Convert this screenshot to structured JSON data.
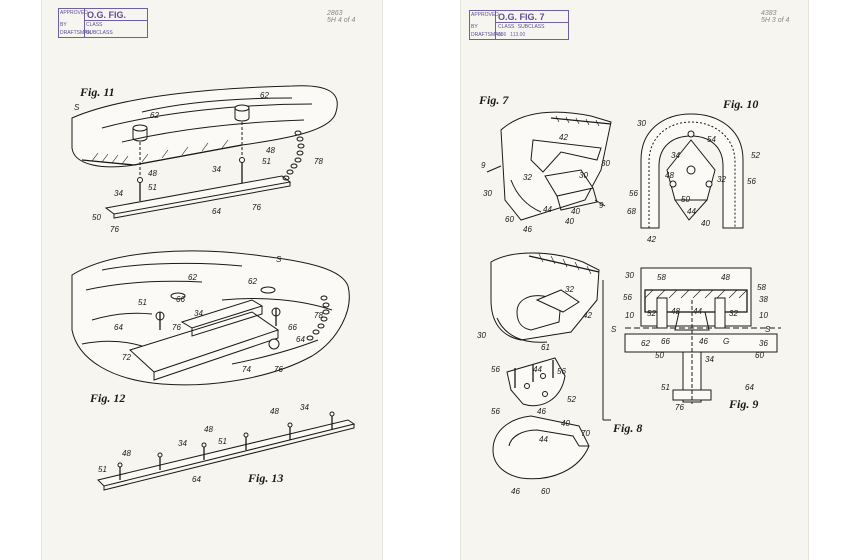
{
  "sheets": [
    {
      "stamp": {
        "row1": "APPROVED",
        "row2": "BY",
        "row3": "DRAFTSMAN",
        "title": "O.G. FIG.",
        "cls1": "CLASS",
        "cls2": "SUBCLASS"
      },
      "pencil": [
        "2863",
        "5H 4 of 4"
      ],
      "figures": [
        "Fig. 11",
        "Fig. 12",
        "Fig. 13"
      ],
      "refs": {
        "f11": [
          "S",
          "62",
          "62",
          "48",
          "51",
          "34",
          "50",
          "76",
          "64",
          "48",
          "34",
          "51",
          "78",
          "76"
        ],
        "f12": [
          "S",
          "62",
          "62",
          "51",
          "66",
          "34",
          "64",
          "76",
          "72",
          "78",
          "66",
          "64",
          "74",
          "76"
        ],
        "f13": [
          "48",
          "34",
          "48",
          "34",
          "51",
          "48",
          "51",
          "64"
        ]
      }
    },
    {
      "stamp": {
        "row1": "APPROVED",
        "row2": "BY",
        "row3": "DRAFTSMAN",
        "title": "O.G. FIG. 7",
        "cls1": "CLASS",
        "cls2": "SUBCLASS",
        "cls_val": "036",
        "sub_val": "113.00"
      },
      "pencil": [
        "4383",
        "5H 3 of 4"
      ],
      "figures": [
        "Fig. 7",
        "Fig. 10",
        "Fig. 8",
        "Fig. 9"
      ],
      "refs": {
        "f7": [
          "9",
          "30",
          "42",
          "30",
          "32",
          "30",
          "40",
          "9",
          "60",
          "44",
          "46",
          "40"
        ],
        "f10": [
          "30",
          "34",
          "54",
          "52",
          "48",
          "32",
          "56",
          "56",
          "50",
          "44",
          "68",
          "42",
          "40"
        ],
        "f8": [
          "32",
          "42",
          "30",
          "61",
          "56",
          "44",
          "56",
          "52",
          "56",
          "46",
          "44",
          "40",
          "70",
          "46",
          "60"
        ],
        "f9": [
          "30",
          "58",
          "48",
          "58",
          "38",
          "56",
          "52",
          "48",
          "44",
          "32",
          "10",
          "10",
          "S",
          "S",
          "62",
          "66",
          "46",
          "G",
          "50",
          "34",
          "36",
          "60",
          "51",
          "64",
          "76"
        ]
      }
    }
  ]
}
